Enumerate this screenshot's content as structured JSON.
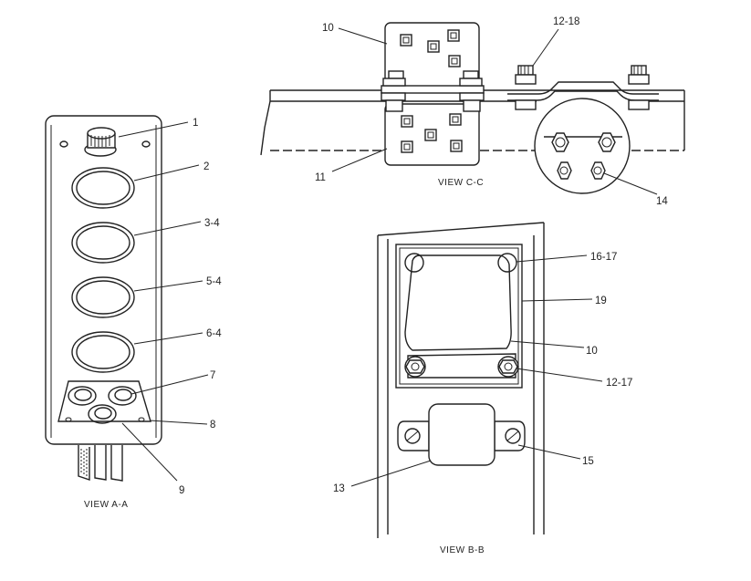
{
  "views": {
    "a": {
      "caption": "VIEW A-A",
      "labels": {
        "l1": "1",
        "l2": "2",
        "l3": "3-4",
        "l4": "5-4",
        "l5": "6-4",
        "l6": "7",
        "l7": "8",
        "l8": "9"
      }
    },
    "c": {
      "caption": "VIEW C-C",
      "labels": {
        "l10": "10",
        "l11": "11",
        "l12": "12-18",
        "l14": "14"
      }
    },
    "b": {
      "caption": "VIEW B-B",
      "labels": {
        "l16": "16-17",
        "l19": "19",
        "l10": "10",
        "l12": "12-17",
        "l15": "15",
        "l13": "13"
      }
    }
  }
}
